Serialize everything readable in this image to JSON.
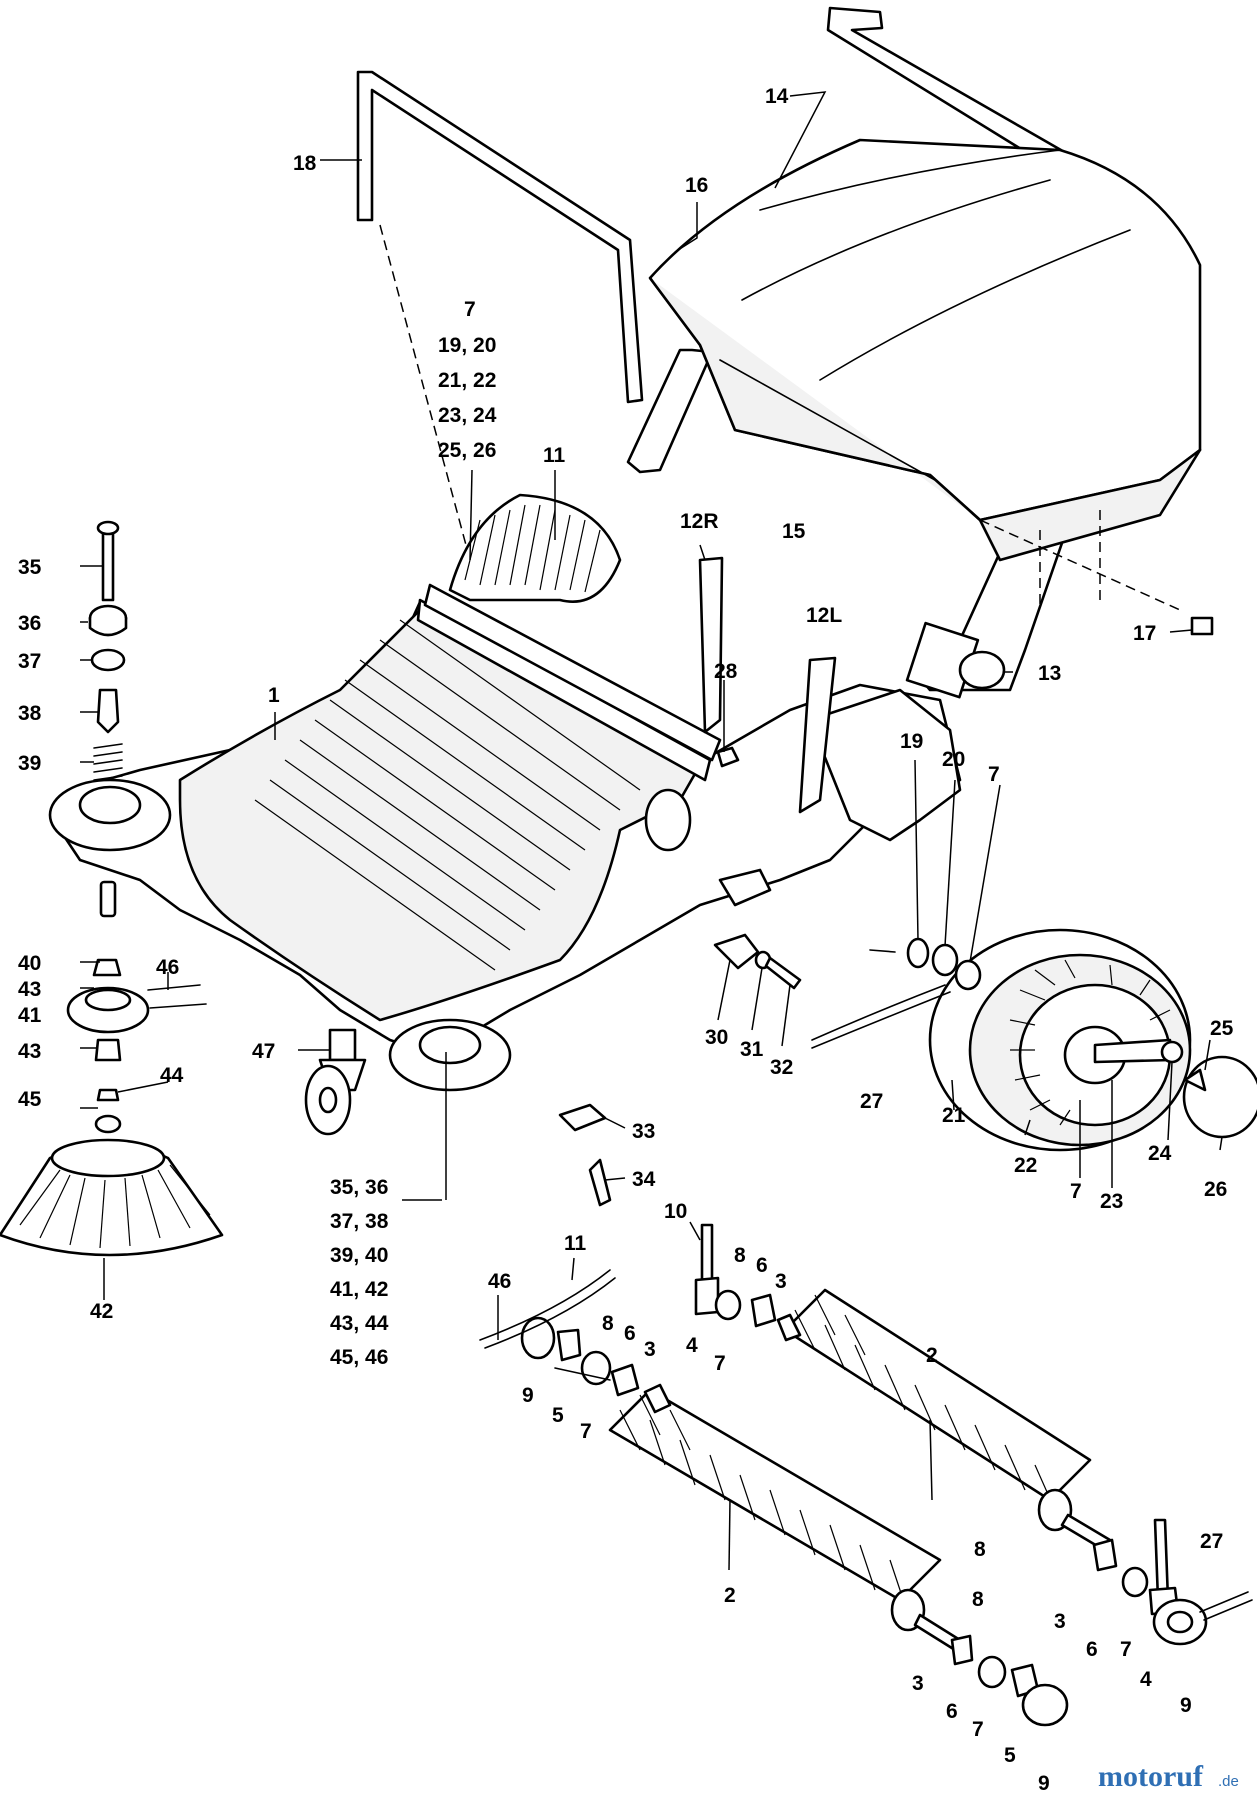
{
  "labels": [
    {
      "id": "l14",
      "text": "14"
    },
    {
      "id": "l18",
      "text": "18"
    },
    {
      "id": "l16",
      "text": "16"
    },
    {
      "id": "l7a",
      "text": "7"
    },
    {
      "id": "l1920",
      "text": "19, 20"
    },
    {
      "id": "l2122",
      "text": "21, 22"
    },
    {
      "id": "l2324",
      "text": "23, 24"
    },
    {
      "id": "l2526",
      "text": "25, 26"
    },
    {
      "id": "l11a",
      "text": "11"
    },
    {
      "id": "l12R",
      "text": "12R"
    },
    {
      "id": "l15",
      "text": "15"
    },
    {
      "id": "l35",
      "text": "35"
    },
    {
      "id": "l36",
      "text": "36"
    },
    {
      "id": "l37",
      "text": "37"
    },
    {
      "id": "l38",
      "text": "38"
    },
    {
      "id": "l39",
      "text": "39"
    },
    {
      "id": "l1",
      "text": "1"
    },
    {
      "id": "l12L",
      "text": "12L"
    },
    {
      "id": "l28",
      "text": "28"
    },
    {
      "id": "l17",
      "text": "17"
    },
    {
      "id": "l13",
      "text": "13"
    },
    {
      "id": "l19",
      "text": "19"
    },
    {
      "id": "l20",
      "text": "20"
    },
    {
      "id": "l7b",
      "text": "7"
    },
    {
      "id": "l40",
      "text": "40"
    },
    {
      "id": "l43a",
      "text": "43"
    },
    {
      "id": "l46a",
      "text": "46"
    },
    {
      "id": "l41",
      "text": "41"
    },
    {
      "id": "l43b",
      "text": "43"
    },
    {
      "id": "l44",
      "text": "44"
    },
    {
      "id": "l45",
      "text": "45"
    },
    {
      "id": "l47",
      "text": "47"
    },
    {
      "id": "l30",
      "text": "30"
    },
    {
      "id": "l31",
      "text": "31"
    },
    {
      "id": "l32",
      "text": "32"
    },
    {
      "id": "l25",
      "text": "25"
    },
    {
      "id": "l27a",
      "text": "27"
    },
    {
      "id": "l21",
      "text": "21"
    },
    {
      "id": "l22",
      "text": "22"
    },
    {
      "id": "l24",
      "text": "24"
    },
    {
      "id": "l26",
      "text": "26"
    },
    {
      "id": "l7c",
      "text": "7"
    },
    {
      "id": "l23",
      "text": "23"
    },
    {
      "id": "l33",
      "text": "33"
    },
    {
      "id": "l34",
      "text": "34"
    },
    {
      "id": "l42",
      "text": "42"
    },
    {
      "id": "l3536",
      "text": "35, 36"
    },
    {
      "id": "l3738",
      "text": "37, 38"
    },
    {
      "id": "l3940",
      "text": "39, 40"
    },
    {
      "id": "l4142",
      "text": "41, 42"
    },
    {
      "id": "l4344",
      "text": "43, 44"
    },
    {
      "id": "l4546",
      "text": "45, 46"
    },
    {
      "id": "l10",
      "text": "10"
    },
    {
      "id": "l11b",
      "text": "11"
    },
    {
      "id": "l8a",
      "text": "8"
    },
    {
      "id": "l6a",
      "text": "6"
    },
    {
      "id": "l3a",
      "text": "3"
    },
    {
      "id": "l46b",
      "text": "46"
    },
    {
      "id": "l4a",
      "text": "4"
    },
    {
      "id": "l7d",
      "text": "7"
    },
    {
      "id": "l8b",
      "text": "8"
    },
    {
      "id": "l6b",
      "text": "6"
    },
    {
      "id": "l3b",
      "text": "3"
    },
    {
      "id": "l9a",
      "text": "9"
    },
    {
      "id": "l5a",
      "text": "5"
    },
    {
      "id": "l7e",
      "text": "7"
    },
    {
      "id": "l2a",
      "text": "2"
    },
    {
      "id": "l2b",
      "text": "2"
    },
    {
      "id": "l8c",
      "text": "8"
    },
    {
      "id": "l27b",
      "text": "27"
    },
    {
      "id": "l3c",
      "text": "3"
    },
    {
      "id": "l6c",
      "text": "6"
    },
    {
      "id": "l7f",
      "text": "7"
    },
    {
      "id": "l4b",
      "text": "4"
    },
    {
      "id": "l8d",
      "text": "8"
    },
    {
      "id": "l3d",
      "text": "3"
    },
    {
      "id": "l9b",
      "text": "9"
    },
    {
      "id": "l6d",
      "text": "6"
    },
    {
      "id": "l7g",
      "text": "7"
    },
    {
      "id": "l5b",
      "text": "5"
    },
    {
      "id": "l9c",
      "text": "9"
    }
  ],
  "watermark": {
    "brand": "motoruf",
    "tld": ".de",
    "color": "#2f6fb4"
  }
}
